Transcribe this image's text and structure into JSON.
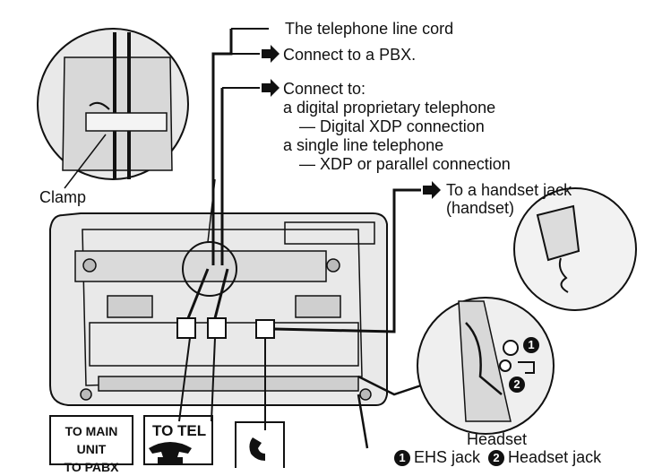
{
  "labels": {
    "line_cord": "The telephone line cord",
    "connect_pbx": "Connect to a PBX.",
    "connect_to": "Connect to:",
    "digital_prop": "a digital proprietary telephone",
    "digital_xdp": "— Digital XDP connection",
    "single_line": "a single line telephone",
    "xdp_parallel": "— XDP or parallel connection",
    "handset_jack": "To a handset jack",
    "handset_paren": "(handset)",
    "clamp": "Clamp",
    "headset": "Headset",
    "ehs_jack": "EHS jack",
    "headset_jack": "Headset jack"
  },
  "jack_boxes": {
    "main_unit_line1": "TO MAIN UNIT",
    "main_unit_line2": "TO PABX",
    "to_tel": "TO TEL"
  },
  "markers": {
    "one": "1",
    "two": "2"
  },
  "icons": {
    "arrow": "right-arrow-icon",
    "telephone": "telephone-icon",
    "handset": "handset-icon"
  },
  "colors": {
    "line": "#111111",
    "device_fill": "#e9e9e9",
    "device_dark": "#cfcfcf",
    "background": "#ffffff"
  }
}
